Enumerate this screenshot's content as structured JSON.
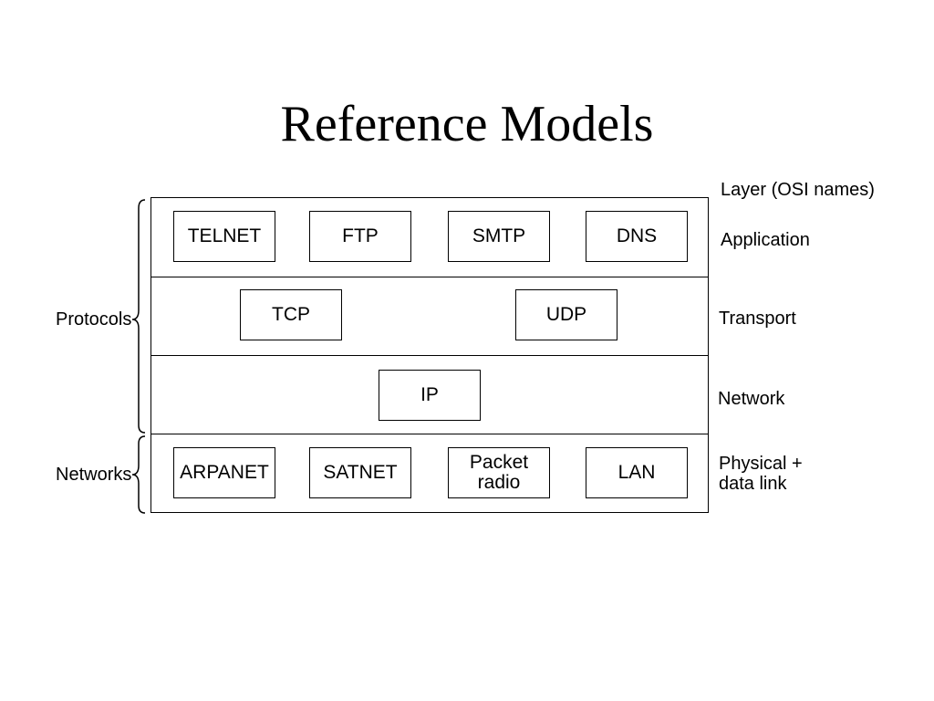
{
  "title": "Reference Models",
  "column_header": "Layer (OSI names)",
  "layers": [
    {
      "name": "Application",
      "boxes": [
        "TELNET",
        "FTP",
        "SMTP",
        "DNS"
      ]
    },
    {
      "name": "Transport",
      "boxes": [
        "TCP",
        "UDP"
      ]
    },
    {
      "name": "Network",
      "boxes": [
        "IP"
      ]
    },
    {
      "name": "Physical +\ndata link",
      "boxes": [
        "ARPANET",
        "SATNET",
        "Packet\nradio",
        "LAN"
      ]
    }
  ],
  "groups": {
    "protocols": "Protocols",
    "networks": "Networks"
  }
}
